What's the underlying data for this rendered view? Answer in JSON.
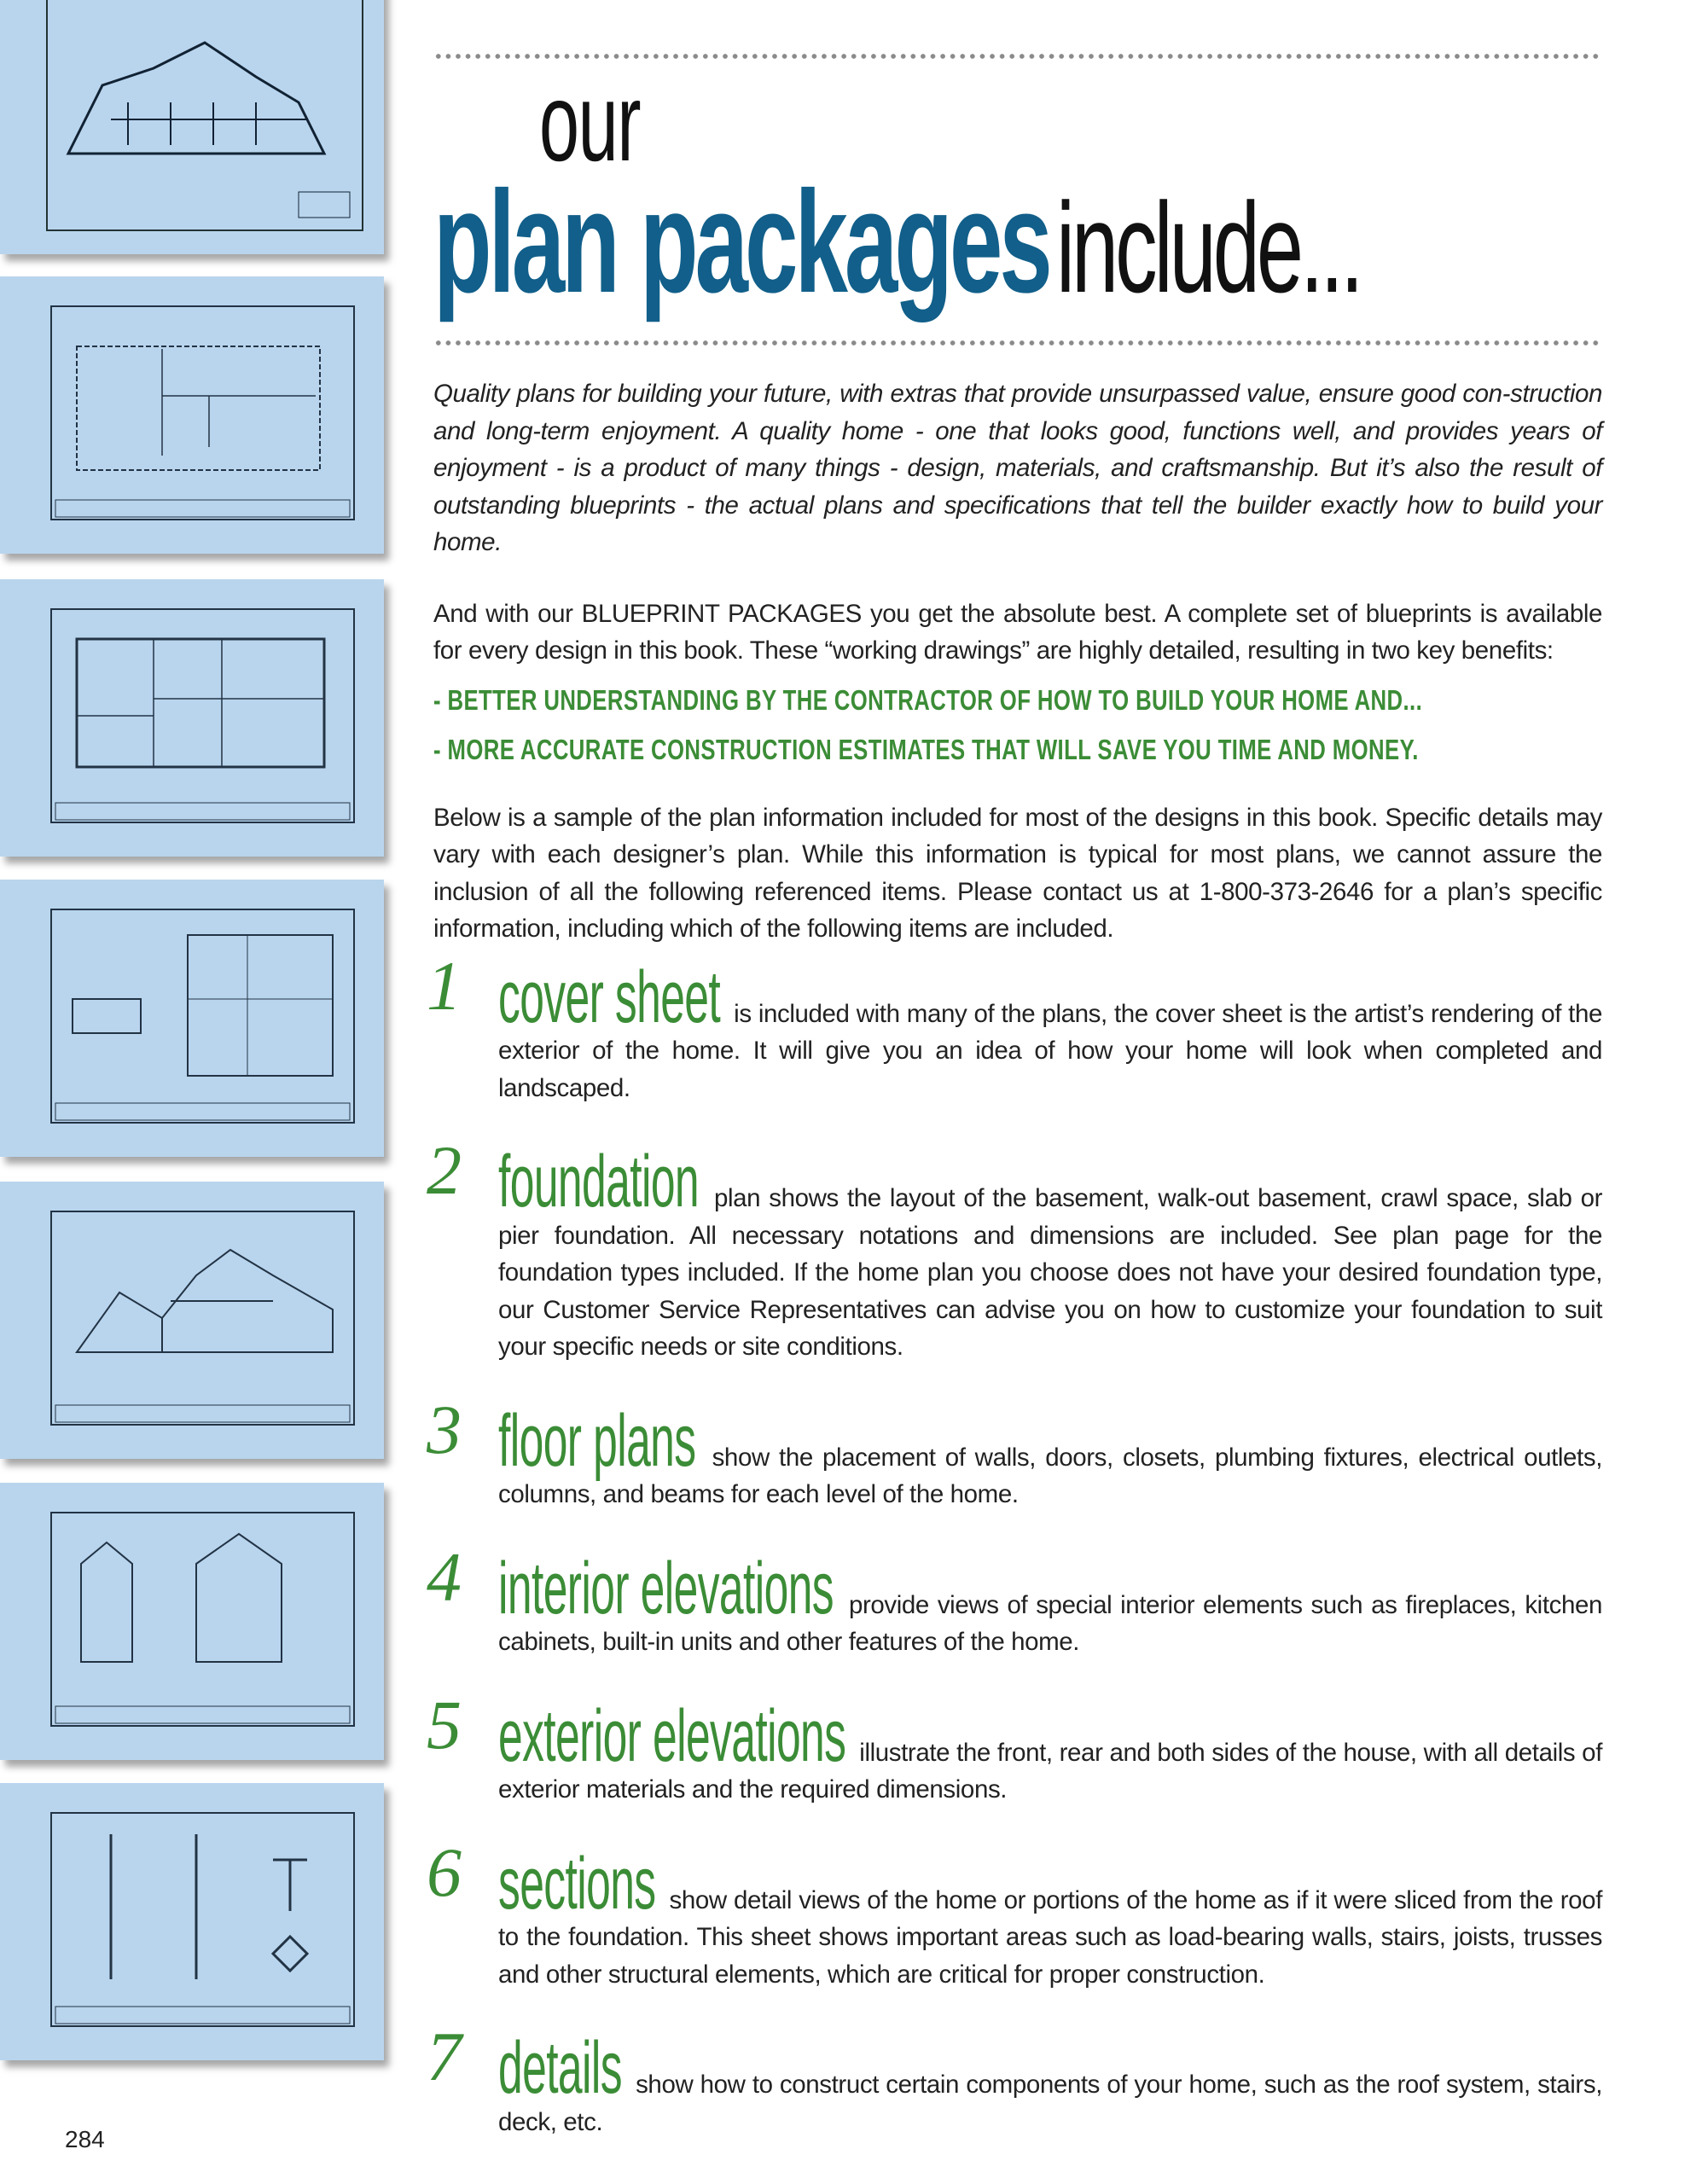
{
  "colors": {
    "title_blue": "#115f8a",
    "accent_green": "#3b8c36",
    "blueprint_bg": "#b9d5ee"
  },
  "title": {
    "line1": "our",
    "bold": "plan packages",
    "light": "include..."
  },
  "intro": "Quality plans for building your future, with extras that provide unsurpassed value, ensure good con-struction and long-term enjoyment. A quality home - one that looks good, functions well, and provides years of enjoyment - is a product of many things - design, materials, and craftsmanship. But it’s also the result of outstanding blueprints - the actual plans and specifications that tell the builder exactly how to build your home.",
  "packages": "And with our BLUEPRINT PACKAGES you get the absolute best. A complete set of blueprints is available for every design in this book. These “working drawings” are highly detailed, resulting in two key benefits:",
  "benefits": [
    "-  BETTER UNDERSTANDING BY THE CONTRACTOR OF HOW TO BUILD YOUR HOME AND...",
    "-  MORE ACCURATE CONSTRUCTION ESTIMATES THAT WILL SAVE YOU TIME AND MONEY."
  ],
  "sample": "Below is a sample of the plan information included for most of the designs in this book. Specific details may vary with each designer’s plan. While this information is typical for most plans, we cannot assure the inclusion of all the following referenced items. Please contact us at 1-800-373-2646 for a plan’s specific information, including which of the following items are included.",
  "items": [
    {
      "num": "1",
      "heading": "cover sheet",
      "text": " is included with many of the plans, the cover sheet is the artist’s rendering of the exterior of the home. It will give you an idea of how your home will look when completed and landscaped."
    },
    {
      "num": "2",
      "heading": "foundation",
      "text": " plan shows the layout of the basement, walk-out basement, crawl space, slab or pier foundation. All necessary notations and dimensions are included. See plan page for the foundation types included. If the home plan you choose does not have your desired foundation type, our Customer Service Representatives can advise you on how to customize your foundation to suit your specific needs or site conditions."
    },
    {
      "num": "3",
      "heading": "floor plans",
      "text": " show the placement of walls, doors, closets, plumbing fixtures, electrical outlets, columns, and beams for each level of the home."
    },
    {
      "num": "4",
      "heading": "interior elevations",
      "text": " provide views of special interior elements such as fireplaces, kitchen cabinets, built-in units and other features of the home."
    },
    {
      "num": "5",
      "heading": "exterior elevations",
      "text": " illustrate the front, rear and both sides of the house, with all details of exterior materials and the required dimensions."
    },
    {
      "num": "6",
      "heading": "sections",
      "text": " show detail views of the home or portions of the home as if it were sliced from the roof to the foundation. This sheet shows important areas such as load-bearing walls, stairs, joists, trusses and other structural elements, which are critical for proper construction."
    },
    {
      "num": "7",
      "heading": "details",
      "text": " show how to construct certain components of your home, such as the roof system, stairs, deck, etc."
    }
  ],
  "thumbnails": [
    "cover-sheet",
    "foundation-plan",
    "floor-plan",
    "interior-elevations",
    "exterior-elevations",
    "sections",
    "details"
  ],
  "page_number": "284"
}
